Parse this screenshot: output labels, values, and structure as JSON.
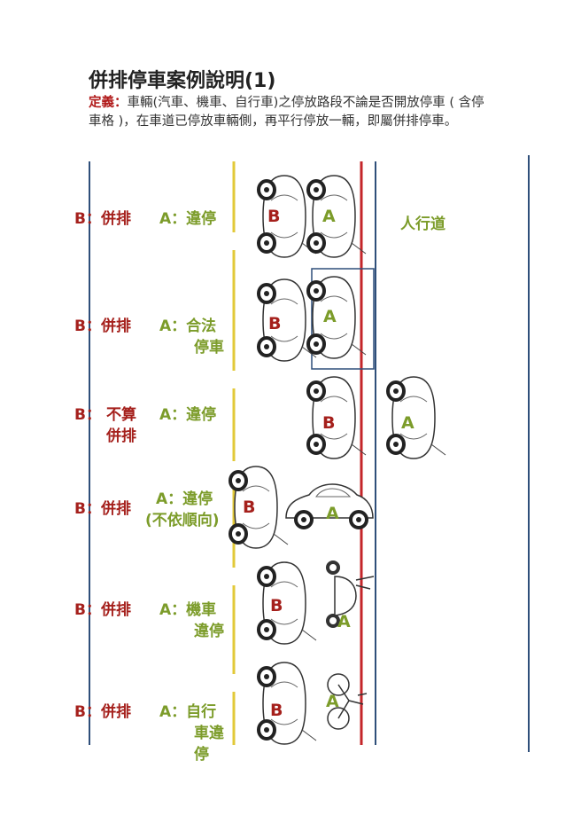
{
  "title": "併排停車案例說明(1)",
  "definition": {
    "lead": "定義：",
    "text": "車輛(汽車、機車、自行車)之停放路段不論是否開放停車 ( 含停車格 )，在車道已停放車輛側，再平行停放一輛，即屬併排停車。"
  },
  "sidewalk_label": "人行道",
  "cases": [
    {
      "b_prefix": "B：",
      "b_label": "併排",
      "a_label": [
        "A：違停"
      ]
    },
    {
      "b_prefix": "B：",
      "b_label": "併排",
      "a_label": [
        "A：合法",
        "停車"
      ]
    },
    {
      "b_prefix": "B：",
      "b_label": [
        "不算",
        "併排"
      ],
      "a_label": [
        "A：違停"
      ]
    },
    {
      "b_prefix": "B：",
      "b_label": "併排",
      "a_label": [
        "A：違停",
        "(不依順向)"
      ]
    },
    {
      "b_prefix": "B：",
      "b_label": "併排",
      "a_label": [
        "A：機車",
        "違停"
      ]
    },
    {
      "b_prefix": "B：",
      "b_label": "併排",
      "a_label": [
        "A：自行",
        "車違",
        "停"
      ]
    }
  ],
  "car_letters": {
    "b": "B",
    "a": "A"
  },
  "colors": {
    "red_text": "#a5201c",
    "green_text": "#7c9c2a",
    "blue_line": "#2f4f7a",
    "red_line": "#c4262a",
    "yellow_line": "#e2c938"
  }
}
